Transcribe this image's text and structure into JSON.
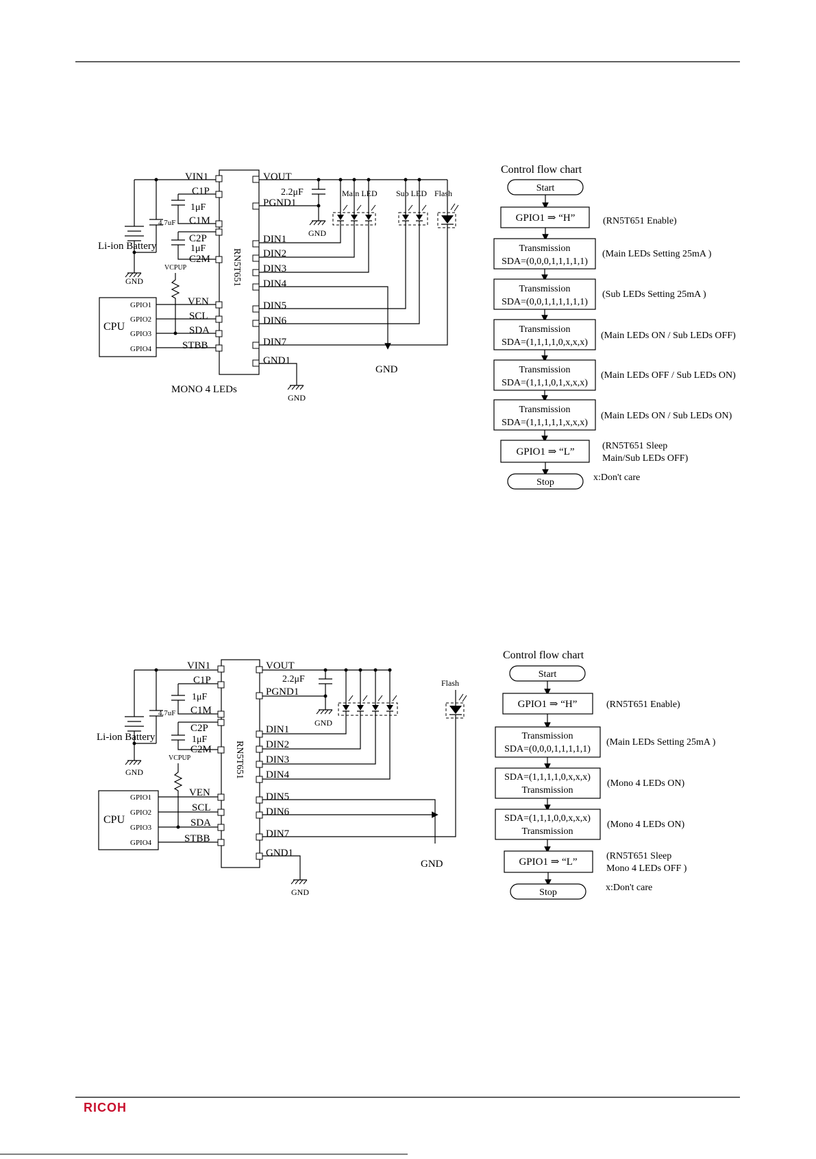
{
  "footer": {
    "brand": "RICOH",
    "brand_color": "#c8102e"
  },
  "circuit1": {
    "chip": "RN5T651",
    "left_pins": [
      "VIN1",
      "C1P",
      "C1M",
      "C2P",
      "C2M",
      "VEN",
      "SCL",
      "SDA",
      "STBB"
    ],
    "right_pins": [
      "VOUT",
      "PGND1",
      "DIN1",
      "DIN2",
      "DIN3",
      "DIN4",
      "DIN5",
      "DIN6",
      "DIN7",
      "GND1"
    ],
    "cap_vout": "2.2μF",
    "cap_c1": "1μF",
    "cap_c2": "1μF",
    "cap_in": "4.7uF",
    "battery": "Li-ion Battery",
    "gnd": "GND",
    "vcpup": "VCPUP",
    "cpu": "CPU",
    "gpio": [
      "GPIO1",
      "GPIO2",
      "GPIO3",
      "GPIO4"
    ],
    "main_led": "Main LED",
    "sub_led": "Sub LED",
    "flash": "Flash",
    "caption": "MONO 4 LEDs"
  },
  "flow1": {
    "title": "Control flow chart",
    "start": "Start",
    "stop": "Stop",
    "gpio_h": "GPIO1 ⇒ “H”",
    "gpio_l": "GPIO1 ⇒ “L”",
    "enable_note": "(RN5T651 Enable)",
    "steps": [
      {
        "line1": "Transmission",
        "line2": "SDA=(0,0,0,1,1,1,1,1)",
        "note": "(Main LEDs Setting 25mA )"
      },
      {
        "line1": "Transmission",
        "line2": "SDA=(0,0,1,1,1,1,1,1)",
        "note": "(Sub LEDs Setting 25mA )"
      },
      {
        "line1": "Transmission",
        "line2": "SDA=(1,1,1,1,0,x,x,x)",
        "note": "(Main LEDs ON /  Sub LEDs OFF)"
      },
      {
        "line1": "Transmission",
        "line2": "SDA=(1,1,1,0,1,x,x,x)",
        "note": "(Main LEDs OFF / Sub LEDs ON)"
      },
      {
        "line1": "Transmission",
        "line2": "SDA=(1,1,1,1,1,x,x,x)",
        "note": "(Main LEDs ON / Sub LEDs ON)"
      }
    ],
    "sleep_note1": "(RN5T651 Sleep",
    "sleep_note2": "Main/Sub LEDs OFF)",
    "dont_care": "x:Don't care"
  },
  "circuit2": {
    "chip": "RN5T651",
    "left_pins": [
      "VIN1",
      "C1P",
      "C1M",
      "C2P",
      "C2M",
      "VEN",
      "SCL",
      "SDA",
      "STBB"
    ],
    "right_pins": [
      "VOUT",
      "PGND1",
      "DIN1",
      "DIN2",
      "DIN3",
      "DIN4",
      "DIN5",
      "DIN6",
      "DIN7",
      "GND1"
    ],
    "cap_vout": "2.2μF",
    "cap_c1": "1μF",
    "cap_c2": "1μF",
    "cap_in": "4.7uF",
    "battery": "Li-ion Battery",
    "gnd": "GND",
    "vcpup": "VCPUP",
    "cpu": "CPU",
    "gpio": [
      "GPIO1",
      "GPIO2",
      "GPIO3",
      "GPIO4"
    ],
    "flash": "Flash"
  },
  "flow2": {
    "title": "Control flow chart",
    "start": "Start",
    "stop": "Stop",
    "gpio_h": "GPIO1 ⇒ “H”",
    "gpio_l": "GPIO1 ⇒ “L”",
    "enable_note": "(RN5T651 Enable)",
    "steps": [
      {
        "line1": "Transmission",
        "line2": "SDA=(0,0,0,1,1,1,1,1)",
        "note": "(Main LEDs Setting 25mA )"
      },
      {
        "line1": "SDA=(1,1,1,1,0,x,x,x)",
        "line2": "Transmission",
        "note": "(Mono 4 LEDs ON)"
      },
      {
        "line1": "SDA=(1,1,1,0,0,x,x,x)",
        "line2": "Transmission",
        "note": "(Mono 4 LEDs ON)"
      }
    ],
    "sleep_note1": "(RN5T651 Sleep",
    "sleep_note2": "Mono 4 LEDs OFF )",
    "dont_care": "x:Don't care"
  }
}
